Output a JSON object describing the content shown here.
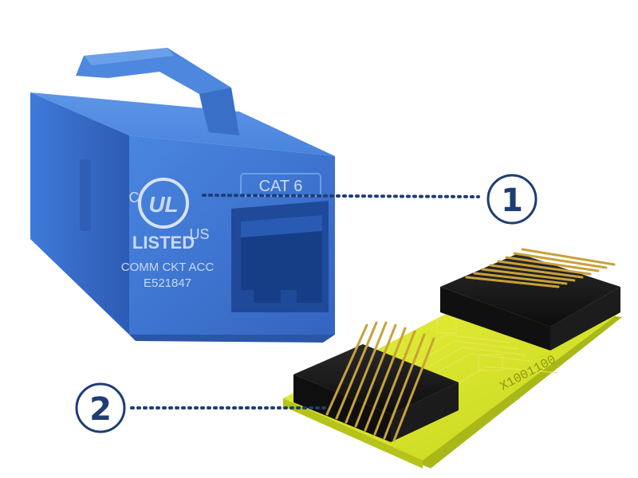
{
  "colors": {
    "coupler_blue": "#3d78d6",
    "coupler_dark": "#2553a8",
    "pcb_yellow": "#d8e72a",
    "connector_black": "#1a1a1a",
    "gold_pins": "#c9a13a",
    "callout_navy": "#1f3d73"
  },
  "callouts": [
    {
      "number": "1"
    },
    {
      "number": "2"
    }
  ],
  "coupler": {
    "cat_label": "CAT 6",
    "ul_c": "C",
    "ul_us": "US",
    "ul_mark": "UL",
    "listed": "LISTED",
    "line1": "COMM CKT ACC",
    "line2": "E521847"
  },
  "pcb": {
    "silkscreen": "X1001100"
  }
}
